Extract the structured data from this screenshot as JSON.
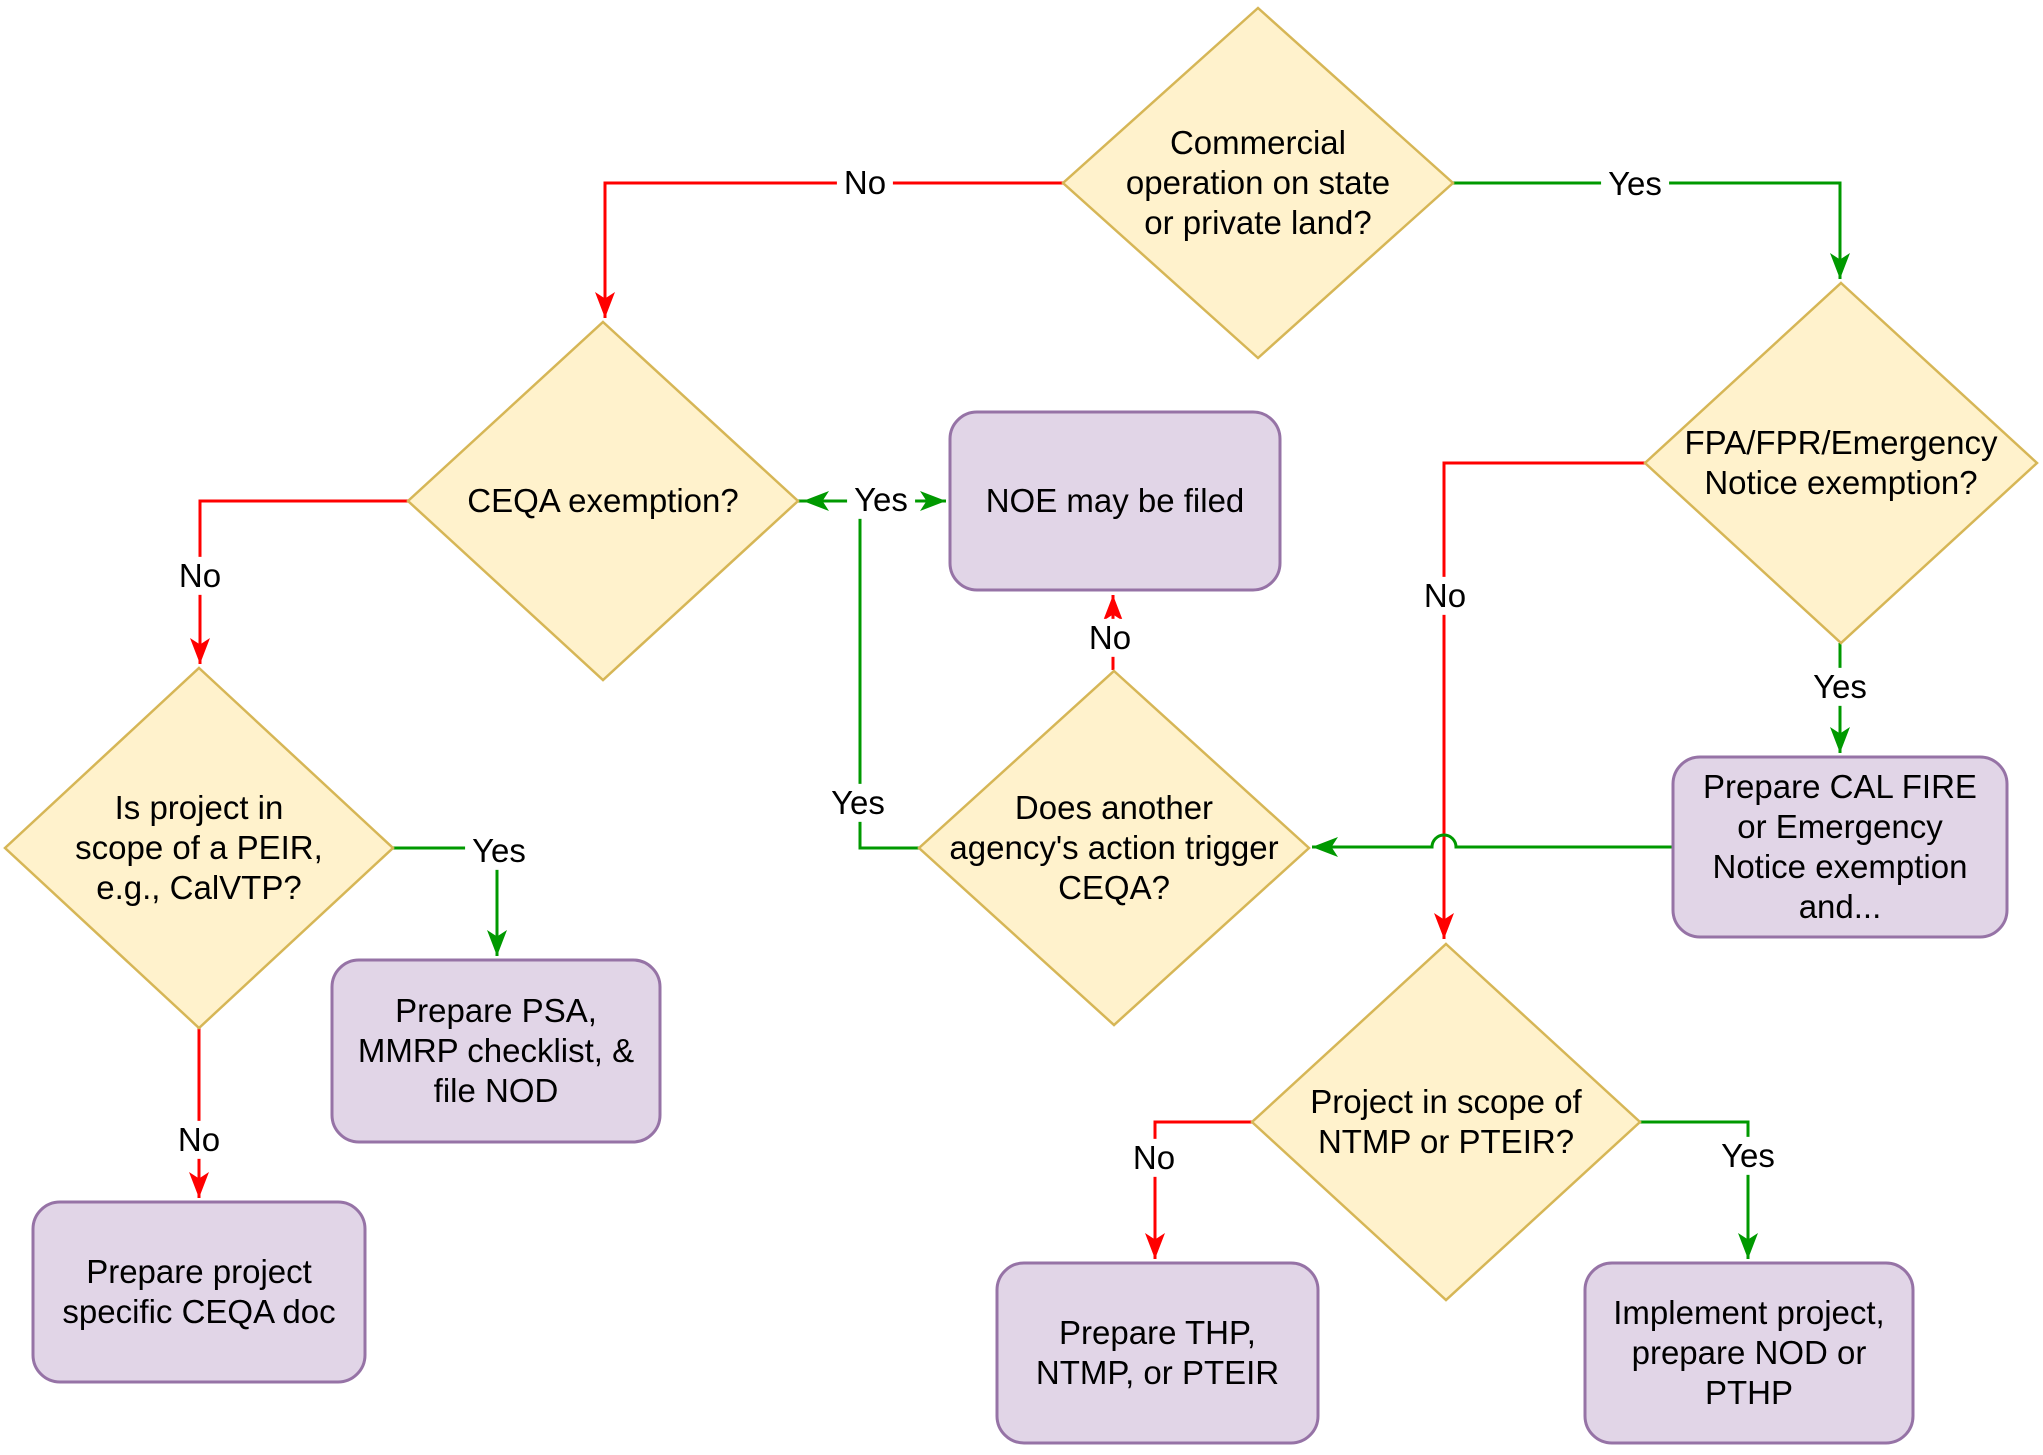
{
  "colors": {
    "background": "#FFFFFF",
    "text": "#000000",
    "decision_fill": "#FFF2CC",
    "decision_border": "#D6B656",
    "outcome_fill": "#E1D5E7",
    "outcome_border": "#9673A6",
    "yes_edge": "#009900",
    "no_edge": "#FF0000"
  },
  "nodes": {
    "commercial": {
      "type": "decision",
      "label": "Commercial\noperation on state\nor private land?"
    },
    "ceqa_exemption": {
      "type": "decision",
      "label": "CEQA exemption?"
    },
    "fpa_exemption": {
      "type": "decision",
      "label": "FPA/FPR/Emergency\nNotice exemption?"
    },
    "noe": {
      "type": "outcome",
      "label": "NOE may be filed"
    },
    "another_agency": {
      "type": "decision",
      "label": "Does another\nagency's action trigger\nCEQA?"
    },
    "peir": {
      "type": "decision",
      "label": "Is project in\nscope of a PEIR,\ne.g., CalVTP?"
    },
    "cal_fire": {
      "type": "outcome",
      "label": "Prepare CAL FIRE\nor Emergency\nNotice exemption\nand..."
    },
    "psa": {
      "type": "outcome",
      "label": "Prepare PSA,\nMMRP checklist, &\nfile NOD"
    },
    "ceqa_doc": {
      "type": "outcome",
      "label": "Prepare project\nspecific CEQA doc"
    },
    "ntmp": {
      "type": "decision",
      "label": "Project in scope of\nNTMP or PTEIR?"
    },
    "thp": {
      "type": "outcome",
      "label": "Prepare THP,\nNTMP, or PTEIR"
    },
    "implement": {
      "type": "outcome",
      "label": "Implement project,\nprepare NOD or\nPTHP"
    }
  },
  "edge_labels": {
    "commercial_no": "No",
    "commercial_yes": "Yes",
    "ceqa_yes": "Yes",
    "ceqa_no": "No",
    "fpa_yes": "Yes",
    "fpa_no": "No",
    "agency_no": "No",
    "agency_yes": "Yes",
    "peir_yes": "Yes",
    "peir_no": "No",
    "ntmp_no": "No",
    "ntmp_yes": "Yes"
  }
}
